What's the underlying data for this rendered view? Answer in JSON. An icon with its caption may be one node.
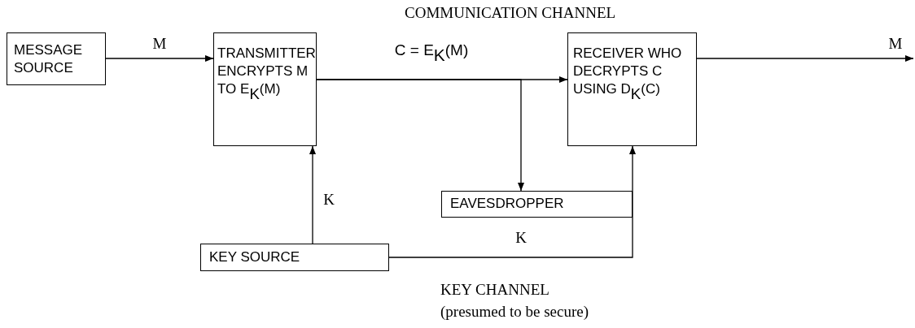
{
  "diagram": {
    "nodes": [
      {
        "text": [
          "MESSAGE SOURCE"
        ]
      },
      {
        "text": [
          "TRANSMITTER ENCRYPTS M TO E$_{K}$(M)"
        ]
      },
      {
        "text": [
          "RECEIVER WHO DECRYPTS C USING  D$_{K}$(C)"
        ]
      },
      {
        "text": [
          "EAVESDROPPER"
        ]
      },
      {
        "text": [
          "KEY SOURCE"
        ]
      }
    ],
    "edges": [
      {
        "from": 0,
        "to": 1,
        "arrow": "to",
        "label": "M"
      },
      {
        "from": 1,
        "to": 2,
        "arrow": "to",
        "label": "C = E$_{K}$(M)"
      },
      {
        "from": 1,
        "to": 3,
        "arrow": "to"
      },
      {
        "from": 4,
        "to": 1,
        "arrow": "to",
        "label": "K"
      },
      {
        "from": 4,
        "to": 2,
        "arrow": "to",
        "label": "K"
      },
      {
        "from": 2,
        "to": null,
        "arrow": "to",
        "label": "M"
      }
    ],
    "labels": [
      "COMMUNICATION CHANNEL",
      "KEY CHANNEL",
      "(presumed to be secure)"
    ]
  }
}
